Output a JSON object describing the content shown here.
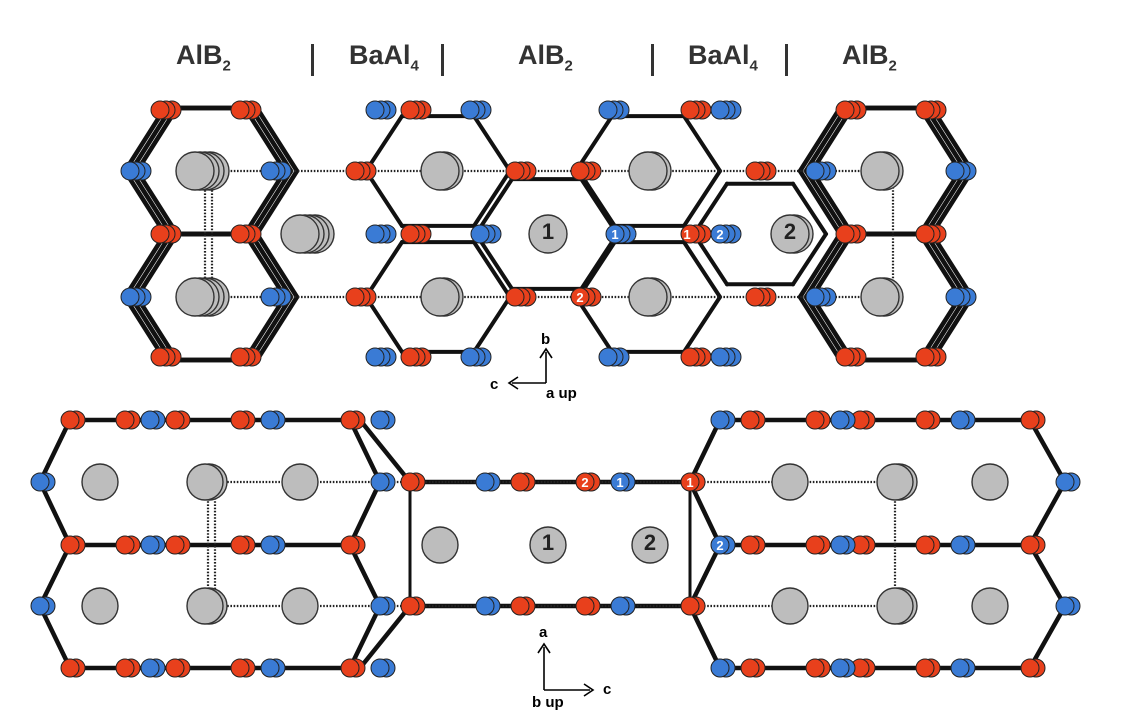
{
  "header": {
    "segments": [
      {
        "formula": "AlB",
        "sub": "2"
      },
      {
        "formula": "BaAl",
        "sub": "4"
      },
      {
        "formula": "AlB",
        "sub": "2"
      },
      {
        "formula": "BaAl",
        "sub": "4"
      },
      {
        "formula": "AlB",
        "sub": "2"
      }
    ],
    "separator": "|"
  },
  "top_view": {
    "axes": {
      "vertical": "b",
      "horizontal": "c",
      "out_of_plane": "a up"
    },
    "site_labels": [
      "1",
      "2"
    ]
  },
  "bottom_view": {
    "axes": {
      "vertical": "a",
      "horizontal": "c",
      "out_of_plane": "b up"
    },
    "site_labels": [
      "1",
      "2"
    ]
  },
  "colors": {
    "bond": "#111111",
    "red_atom": "#e8401c",
    "blue_atom": "#3a7bd5",
    "large_atom": "#bdbdbd",
    "large_atom_edge": "#333333"
  }
}
